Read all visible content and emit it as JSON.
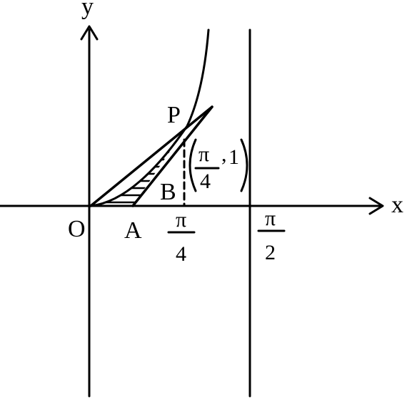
{
  "axes": {
    "x_label": "x",
    "y_label": "y"
  },
  "points": {
    "origin": "O",
    "a": "A",
    "b": "B",
    "p": "P"
  },
  "ticks": {
    "pi_over_4": {
      "num": "π",
      "den": "4"
    },
    "pi_over_2": {
      "num": "π",
      "den": "2"
    }
  },
  "point_coord": {
    "x_num": "π",
    "x_den": "4",
    "comma": ",",
    "y": "1"
  },
  "colors": {
    "ink": "#000000",
    "background": "#ffffff"
  }
}
